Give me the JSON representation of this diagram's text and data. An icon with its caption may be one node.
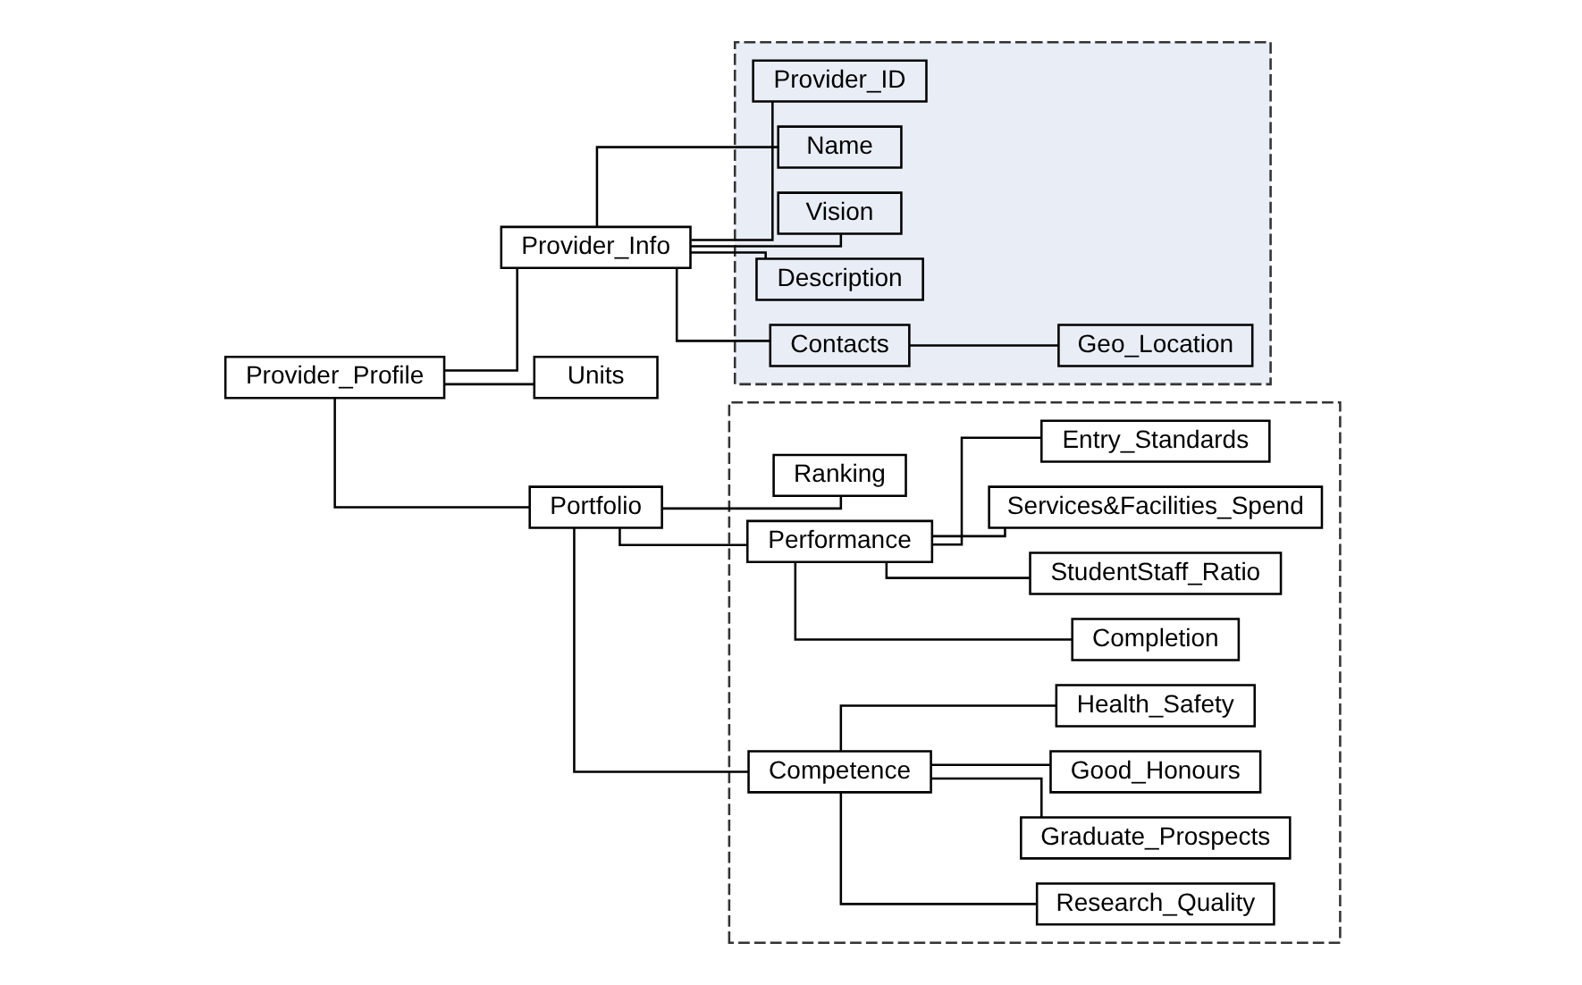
{
  "diagram": {
    "nodes": [
      {
        "text": [
          "Provider_Profile"
        ]
      },
      {
        "text": [
          "Provider_Info"
        ]
      },
      {
        "text": [
          "Units"
        ]
      },
      {
        "text": [
          "Portfolio"
        ]
      },
      {
        "text": [],
        "shape": "box"
      },
      {
        "text": [
          "Provider_ID"
        ],
        "in": 4
      },
      {
        "text": [
          "Name"
        ],
        "in": 4
      },
      {
        "text": [
          "Vision"
        ],
        "in": 4
      },
      {
        "text": [
          "Description"
        ],
        "in": 4
      },
      {
        "text": [
          "Contacts"
        ],
        "in": 4
      },
      {
        "text": [
          "Geo_Location"
        ],
        "in": 4
      },
      {
        "text": [],
        "shape": "box"
      },
      {
        "text": [
          "Ranking"
        ],
        "in": 11
      },
      {
        "text": [
          "Performance"
        ],
        "in": 11
      },
      {
        "text": [
          "Competence"
        ],
        "in": 11
      },
      {
        "text": [
          "Completion"
        ],
        "in": 11
      },
      {
        "text": [
          "StudentStaff_Ratio"
        ],
        "in": 11
      },
      {
        "text": [
          "Services&Facilities_Spend"
        ],
        "in": 11
      },
      {
        "text": [
          "Entry_Standards"
        ],
        "in": 11
      },
      {
        "text": [
          "Research_Quality"
        ],
        "in": 11
      },
      {
        "text": [
          "Graduate_Prospects"
        ],
        "in": 11
      },
      {
        "text": [
          "Good_Honours"
        ],
        "in": 11
      },
      {
        "text": [
          "Health_Safety"
        ],
        "in": 11
      }
    ],
    "edges": [
      {
        "from": 0,
        "to": 1,
        "arrow": "none"
      },
      {
        "from": 0,
        "to": 2,
        "arrow": "none"
      },
      {
        "from": 0,
        "to": 3,
        "arrow": "none"
      },
      {
        "from": 1,
        "to": 5,
        "arrow": "none"
      },
      {
        "from": 1,
        "to": 6,
        "arrow": "none"
      },
      {
        "from": 1,
        "to": 7,
        "arrow": "none"
      },
      {
        "from": 1,
        "to": 8,
        "arrow": "none"
      },
      {
        "from": 1,
        "to": 9,
        "arrow": "none"
      },
      {
        "from": 9,
        "to": 10,
        "arrow": "none"
      },
      {
        "from": 3,
        "to": 12,
        "arrow": "none"
      },
      {
        "from": 3,
        "to": 13,
        "arrow": "none"
      },
      {
        "from": 3,
        "to": 14,
        "arrow": "none"
      },
      {
        "from": 13,
        "to": 15,
        "arrow": "none"
      },
      {
        "from": 13,
        "to": 16,
        "arrow": "none"
      },
      {
        "from": 13,
        "to": 17,
        "arrow": "none"
      },
      {
        "from": 13,
        "to": 18,
        "arrow": "none"
      },
      {
        "from": 14,
        "to": 19,
        "arrow": "none"
      },
      {
        "from": 14,
        "to": 20,
        "arrow": "none"
      },
      {
        "from": 14,
        "to": 21,
        "arrow": "none"
      },
      {
        "from": 14,
        "to": 22,
        "arrow": "none"
      }
    ]
  }
}
